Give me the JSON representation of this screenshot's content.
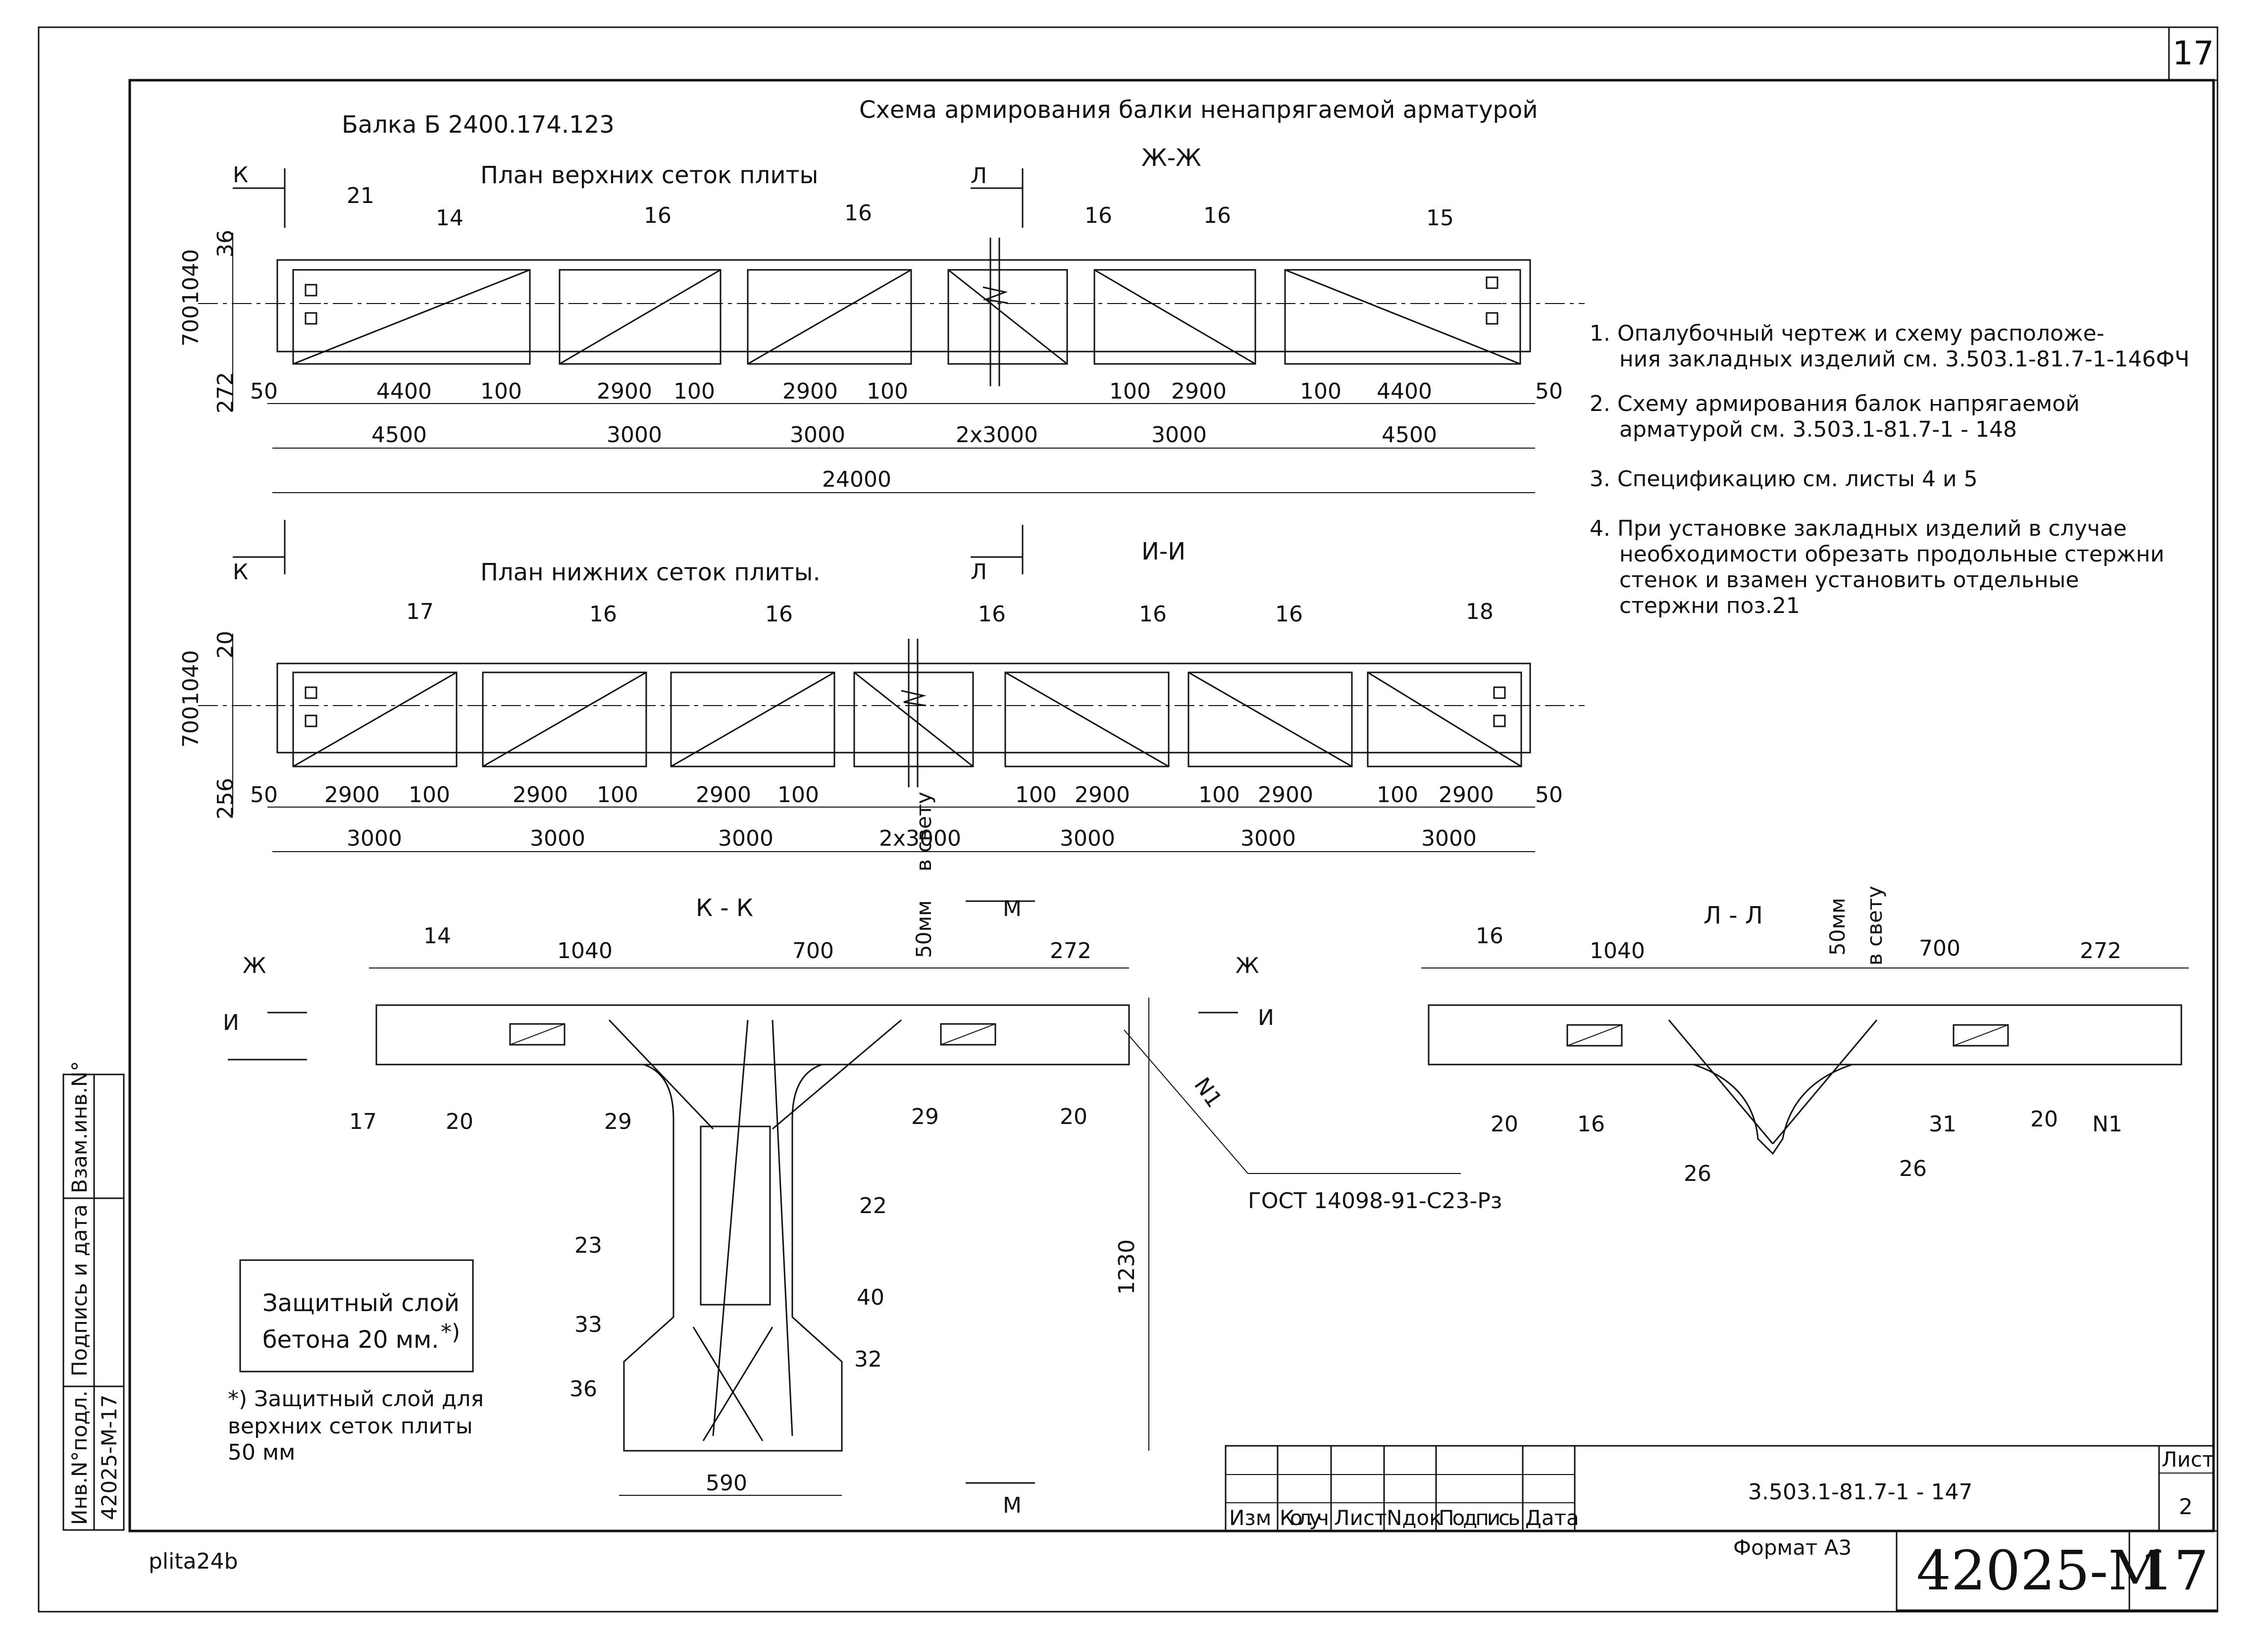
{
  "header": {
    "beam_title": "Балка Б 2400.174.123",
    "scheme_title": "Схема армирования балки ненапрягаемой арматурой",
    "section_zh": "Ж-Ж",
    "section_i": "И-И",
    "top_plan_title": "План верхних сеток плиты",
    "bottom_plan_title": "План нижних сеток плиты."
  },
  "sheet": {
    "corner_number": "17",
    "doc_code": "3.503.1-81.7-1 - 147",
    "sheet_label": "Лист",
    "sheet_value": "2",
    "format": "Формат А3",
    "archive_code": "42025-М",
    "archive_sheet": "17",
    "file_name": "plita24b",
    "stamp_headers": [
      "Изм",
      "Кол.уч",
      "Лист",
      "Nдок",
      "Подпись",
      "Дата"
    ],
    "side_stamp": [
      "Взам.инв.N°",
      "Подпись и дата",
      "Инв.N°подл.",
      "42025-М-17"
    ]
  },
  "notes": [
    "1. Опалубочный чертеж и схему расположе-",
    "ния закладных изделий см. 3.503.1-81.7-1-146ФЧ",
    "2. Схему армирования балок напрягаемой",
    "арматурой см. 3.503.1-81.7-1 - 148",
    "3. Спецификацию см. листы 4 и 5",
    "4. При установке закладных изделий в случае",
    "необходимости обрезать продольные стержни",
    "стенок и взамен установить отдельные",
    "стержни поз.21"
  ],
  "cuts": {
    "k": "К",
    "l": "Л",
    "zh": "Ж",
    "i": "И",
    "m": "М"
  },
  "top_plan": {
    "mesh_positions": [
      "14",
      "16",
      "16",
      "16",
      "16",
      "15"
    ],
    "bar_mark": "21",
    "vertical_dims": [
      "36",
      "1040",
      "700",
      "272"
    ],
    "row1": [
      "50",
      "4400",
      "100",
      "2900",
      "100",
      "2900",
      "100",
      "100",
      "2900",
      "100",
      "4400",
      "50"
    ],
    "row2": [
      "4500",
      "3000",
      "3000",
      "2х3000",
      "3000",
      "4500"
    ],
    "total": "24000"
  },
  "bottom_plan": {
    "mesh_positions": [
      "17",
      "16",
      "16",
      "16",
      "16",
      "16",
      "18"
    ],
    "vertical_dims": [
      "20",
      "1040",
      "700",
      "256"
    ],
    "row1": [
      "50",
      "2900",
      "100",
      "2900",
      "100",
      "2900",
      "100",
      "100",
      "2900",
      "100",
      "2900",
      "100",
      "2900",
      "50"
    ],
    "row2": [
      "3000",
      "3000",
      "3000",
      "2х3000",
      "3000",
      "3000",
      "3000"
    ]
  },
  "section_kk": {
    "title": "К - К",
    "dims": [
      "1040",
      "700",
      "272",
      "590",
      "1230"
    ],
    "clear_label": [
      "50мм",
      "в свету"
    ],
    "positions": [
      "14",
      "17",
      "20",
      "29",
      "29",
      "20",
      "22",
      "23",
      "40",
      "33",
      "32",
      "36"
    ],
    "weld_label": "N1",
    "gost": "ГОСТ 14098-91-С23-Рз"
  },
  "section_ll": {
    "title": "Л - Л",
    "dims": [
      "1040",
      "700",
      "272"
    ],
    "clear_label": [
      "50мм",
      "в свету"
    ],
    "positions": [
      "16",
      "20",
      "16",
      "31",
      "20",
      "26",
      "26"
    ],
    "weld_label": "N1"
  },
  "protective_box": [
    "Защитный слой",
    "бетона 20 мм."
  ],
  "protective_box_mark": "*)",
  "protective_note": [
    "*) Защитный слой для",
    "верхних сеток плиты",
    "50 мм"
  ]
}
